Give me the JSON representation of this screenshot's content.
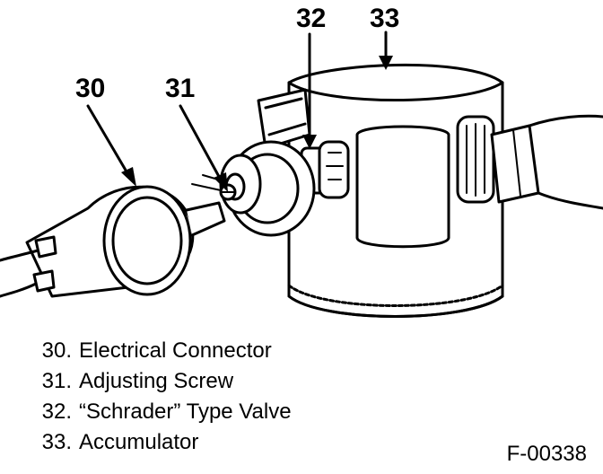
{
  "diagram": {
    "callouts": [
      {
        "id": "30"
      },
      {
        "id": "31"
      },
      {
        "id": "32"
      },
      {
        "id": "33"
      }
    ],
    "legend": [
      {
        "number": "30.",
        "label": "Electrical Connector"
      },
      {
        "number": "31.",
        "label": "Adjusting Screw"
      },
      {
        "number": "32.",
        "label": "“Schrader” Type Valve"
      },
      {
        "number": "33.",
        "label": "Accumulator"
      }
    ],
    "figure_id": "F-00338",
    "colors": {
      "ink": "#000000",
      "paper": "#ffffff"
    }
  }
}
